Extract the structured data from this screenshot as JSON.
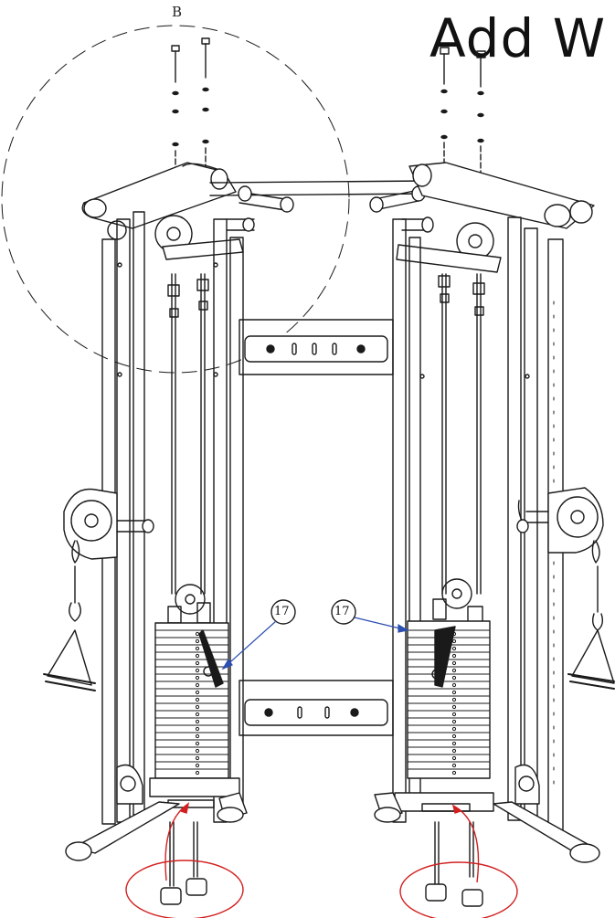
{
  "heading": "Add W",
  "detail_label": "B",
  "callouts": [
    "17",
    "17"
  ],
  "colors": {
    "line": "#1a1a1a",
    "highlight_red": "#d21f1f",
    "leader_blue": "#2c4fb0"
  }
}
